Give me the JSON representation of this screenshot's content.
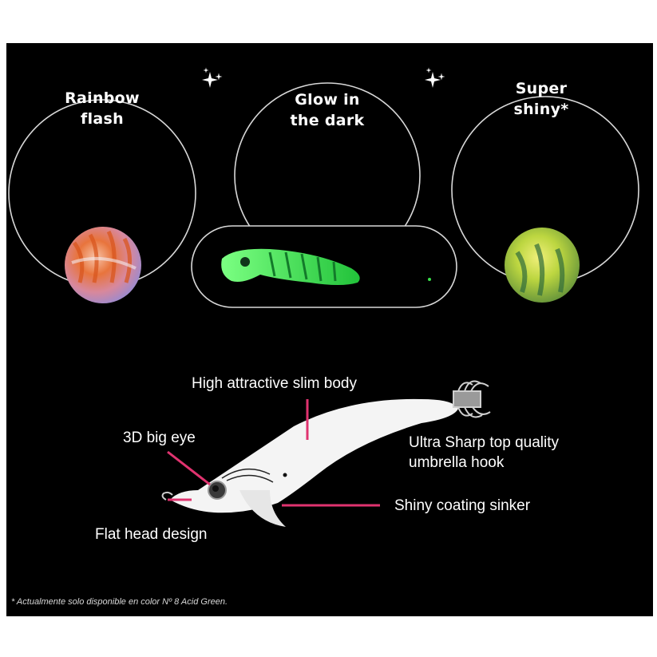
{
  "features": [
    {
      "title": "Rainbow\nflash"
    },
    {
      "title": "Glow in\nthe dark"
    },
    {
      "title": "Super\nshiny*"
    }
  ],
  "callouts": {
    "slim_body": "High attractive slim body",
    "big_eye": "3D big eye",
    "hook": "Ultra Sharp top quality\numbrella hook",
    "sinker": "Shiny coating sinker",
    "flat_head": "Flat head design"
  },
  "footnote": "* Actualmente solo disponible en color Nº 8 Acid Green.",
  "colors": {
    "background": "#000000",
    "text": "#ffffff",
    "accent_pointer": "#e0336f",
    "glow_green": "#39e04a",
    "outline": "#d8d8d8"
  },
  "icons": [
    "sparkle-icon"
  ]
}
